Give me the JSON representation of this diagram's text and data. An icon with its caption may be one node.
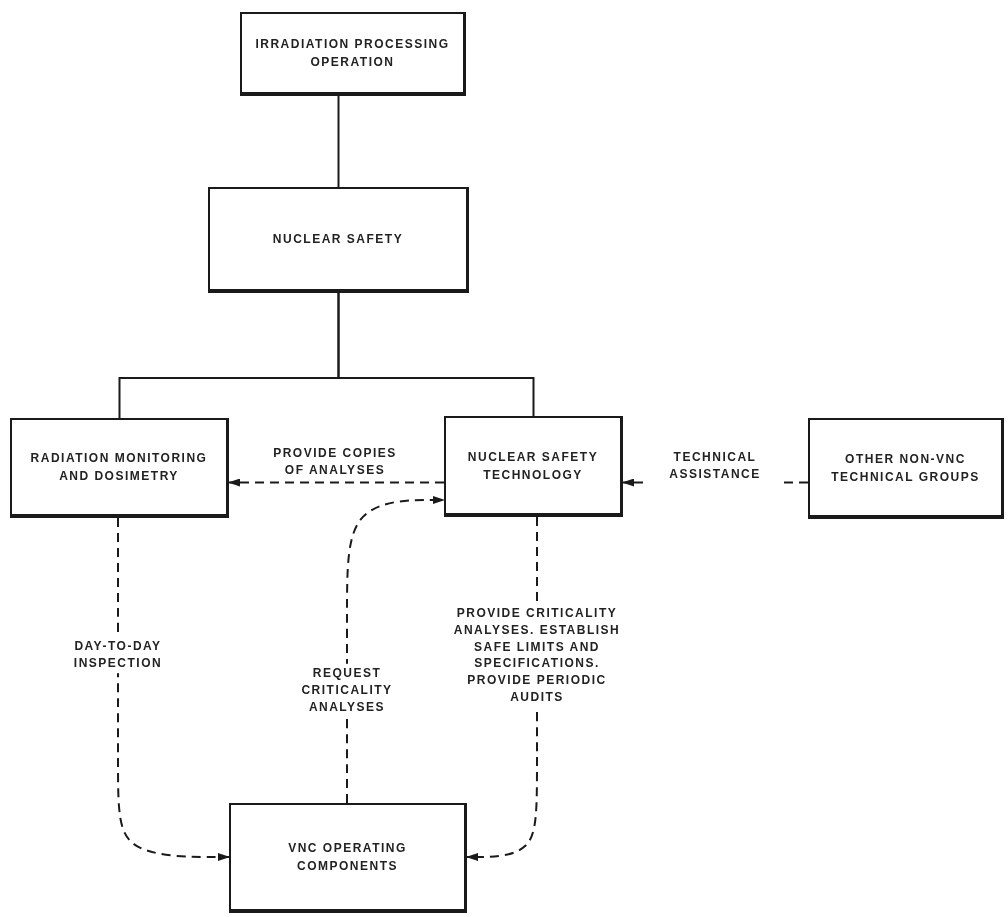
{
  "diagram": {
    "nodes": [
      {
        "text": [
          "IRRADIATION PROCESSING OPERATION"
        ]
      },
      {
        "text": [
          "NUCLEAR SAFETY"
        ]
      },
      {
        "text": [
          "RADIATION MONITORING AND DOSIMETRY"
        ]
      },
      {
        "text": [
          "NUCLEAR SAFETY TECHNOLOGY"
        ]
      },
      {
        "text": [
          "OTHER NON-VNC TECHNICAL GROUPS"
        ]
      },
      {
        "text": [
          "VNC OPERATING COMPONENTS"
        ]
      }
    ],
    "edges": [
      {
        "from": 0,
        "to": 1,
        "arrow": "none"
      },
      {
        "from": 1,
        "to": 2,
        "arrow": "none"
      },
      {
        "from": 1,
        "to": 3,
        "arrow": "none"
      },
      {
        "from": 3,
        "to": 2,
        "arrow": "to",
        "style": "dashed",
        "label": "PROVIDE COPIES OF ANALYSES"
      },
      {
        "from": 4,
        "to": 3,
        "arrow": "to",
        "style": "dashed",
        "label": "TECHNICAL ASSISTANCE"
      },
      {
        "from": 2,
        "to": 5,
        "arrow": "to",
        "style": "dashed",
        "label": "DAY-TO-DAY INSPECTION"
      },
      {
        "from": 5,
        "to": 3,
        "arrow": "to",
        "style": "dashed",
        "label": "REQUEST CRITICALITY ANALYSES"
      },
      {
        "from": 3,
        "to": 5,
        "arrow": "to",
        "style": "dashed",
        "label": "PROVIDE CRITICALITY ANALYSES. ESTABLISH SAFE LIMITS AND SPECIFICATIONS. PROVIDE PERIODIC AUDITS"
      }
    ]
  }
}
